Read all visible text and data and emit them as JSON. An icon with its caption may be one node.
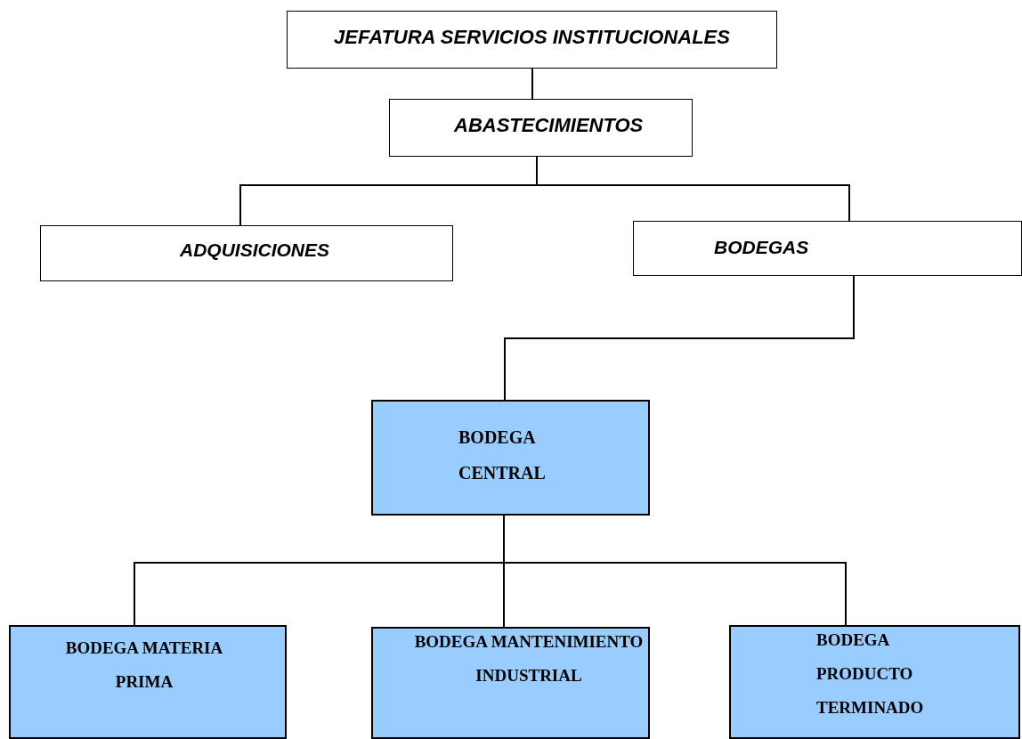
{
  "diagram": {
    "nodes": [
      {
        "text": [
          "JEFATURA SERVICIOS INSTITUCIONALES"
        ]
      },
      {
        "text": [
          "ABASTECIMIENTOS"
        ]
      },
      {
        "text": [
          "ADQUISICIONES"
        ]
      },
      {
        "text": [
          "BODEGAS"
        ]
      },
      {
        "text": [
          "BODEGA CENTRAL"
        ]
      },
      {
        "text": [
          "BODEGA MATERIA PRIMA"
        ]
      },
      {
        "text": [
          "BODEGA MANTENIMIENTO INDUSTRIAL"
        ]
      },
      {
        "text": [
          "BODEGA PRODUCTO TERMINADO"
        ]
      }
    ],
    "edges": [
      {
        "from": 0,
        "to": 1,
        "arrow": "none"
      },
      {
        "from": 1,
        "to": 2,
        "arrow": "none"
      },
      {
        "from": 1,
        "to": 3,
        "arrow": "none"
      },
      {
        "from": 3,
        "to": 4,
        "arrow": "none"
      },
      {
        "from": 4,
        "to": 5,
        "arrow": "none"
      },
      {
        "from": 4,
        "to": 6,
        "arrow": "none"
      },
      {
        "from": 4,
        "to": 7,
        "arrow": "none"
      }
    ]
  }
}
